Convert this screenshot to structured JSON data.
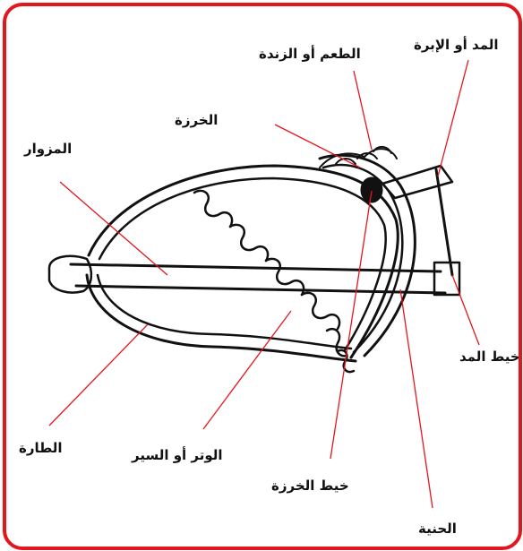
{
  "labels": {
    "needle": "المد أو الإبرة",
    "bait": "الطعم أو الزندة",
    "bead": "الخرزة",
    "mizwar": "المزوار",
    "pull_thread": "خيط المد",
    "tara": "الطارة",
    "string": "الوتر أو السير",
    "bead_thread": "خيط الخرزة",
    "bow": "الحنية"
  },
  "colors": {
    "frame": "#e3161e",
    "leader": "#e3161e",
    "ink": "#111111"
  }
}
